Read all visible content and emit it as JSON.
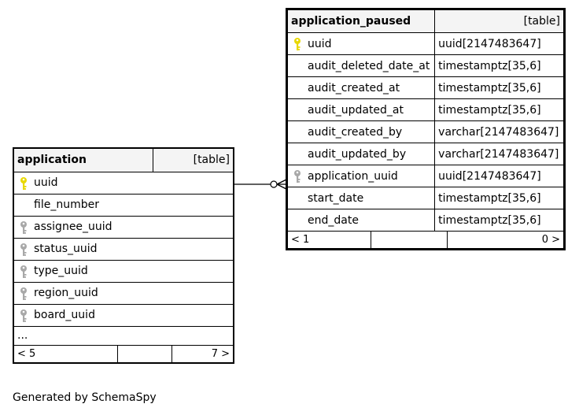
{
  "tables": [
    {
      "name": "application",
      "kind": "[table]",
      "columns": [
        {
          "name": "uuid",
          "icon": "primary-key-icon"
        },
        {
          "name": "file_number",
          "icon": ""
        },
        {
          "name": "assignee_uuid",
          "icon": "foreign-key-icon"
        },
        {
          "name": "status_uuid",
          "icon": "foreign-key-icon"
        },
        {
          "name": "type_uuid",
          "icon": "foreign-key-icon"
        },
        {
          "name": "region_uuid",
          "icon": "foreign-key-icon"
        },
        {
          "name": "board_uuid",
          "icon": "foreign-key-icon"
        }
      ],
      "more": "...",
      "footer": {
        "left": "< 5",
        "right": "7 >"
      }
    },
    {
      "name": "application_paused",
      "kind": "[table]",
      "columns": [
        {
          "name": "uuid",
          "type": "uuid[2147483647]",
          "icon": "primary-key-icon"
        },
        {
          "name": "audit_deleted_date_at",
          "type": "timestamptz[35,6]",
          "icon": ""
        },
        {
          "name": "audit_created_at",
          "type": "timestamptz[35,6]",
          "icon": ""
        },
        {
          "name": "audit_updated_at",
          "type": "timestamptz[35,6]",
          "icon": ""
        },
        {
          "name": "audit_created_by",
          "type": "varchar[2147483647]",
          "icon": ""
        },
        {
          "name": "audit_updated_by",
          "type": "varchar[2147483647]",
          "icon": ""
        },
        {
          "name": "application_uuid",
          "type": "uuid[2147483647]",
          "icon": "foreign-key-icon"
        },
        {
          "name": "start_date",
          "type": "timestamptz[35,6]",
          "icon": ""
        },
        {
          "name": "end_date",
          "type": "timestamptz[35,6]",
          "icon": ""
        }
      ],
      "footer": {
        "left": "< 1",
        "right": "0 >"
      }
    }
  ],
  "colors": {
    "primary_key": "#e8d800",
    "foreign_key": "#a8a8a8",
    "header_bg": "#f4f4f4",
    "border": "#000000"
  },
  "footer_text": "Generated by SchemaSpy"
}
